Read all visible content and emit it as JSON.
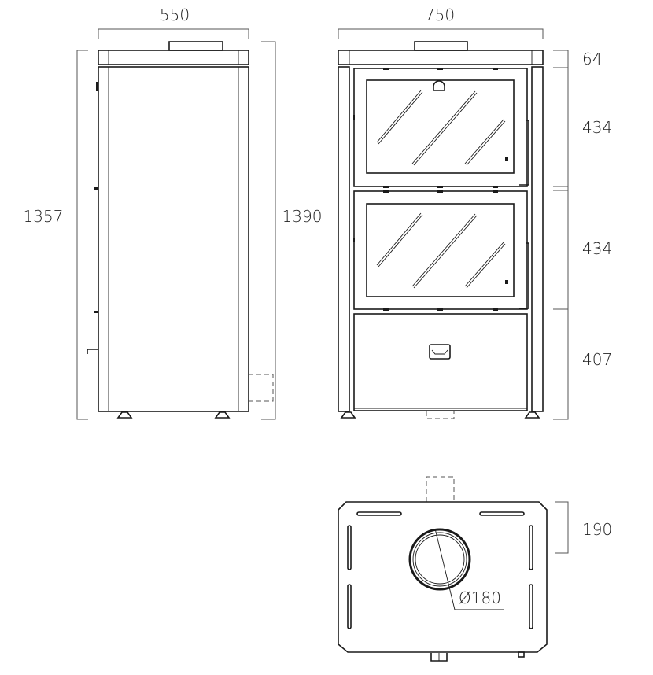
{
  "side_view": {
    "width_label": "550",
    "height_label": "1357",
    "flue_height_label": "1390"
  },
  "front_view": {
    "width_label": "750",
    "section_labels": [
      "64",
      "434",
      "434",
      "407"
    ]
  },
  "top_view": {
    "depth_label": "190",
    "flue_diameter_label": "Ø180"
  },
  "colors": {
    "line": "#1a1a1a",
    "dimension": "#555555"
  }
}
